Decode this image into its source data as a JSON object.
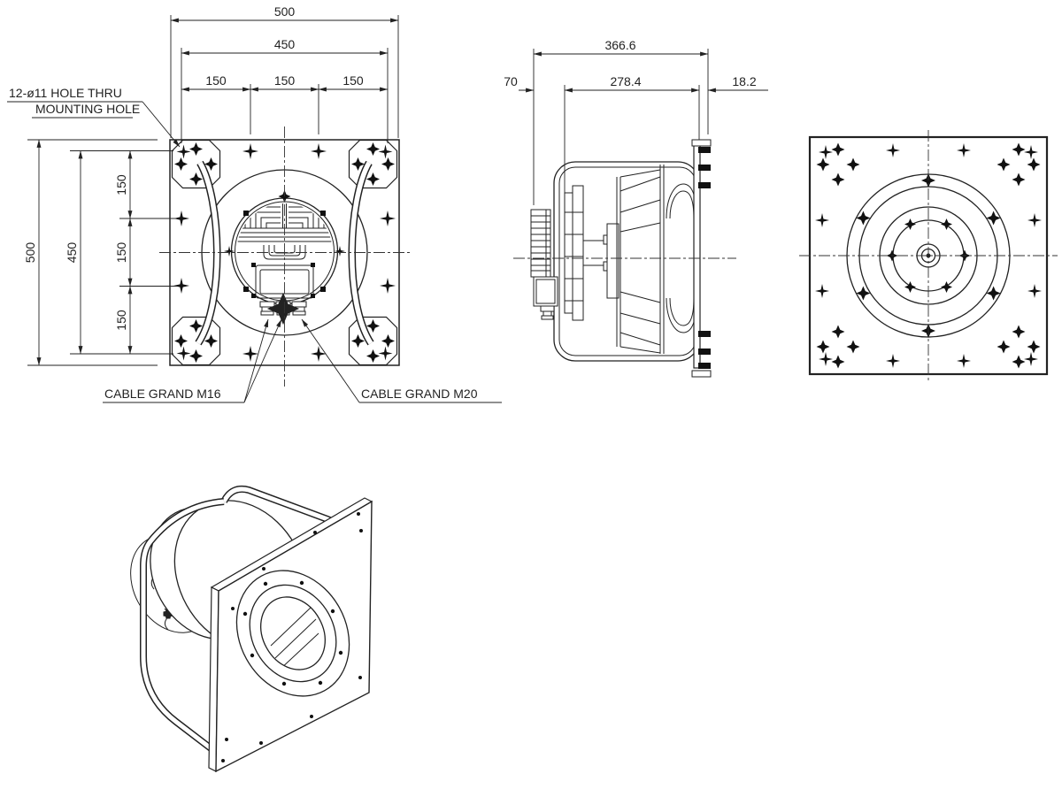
{
  "front": {
    "dims": {
      "width_total": "500",
      "width_inner": "450",
      "width_segments": [
        "150",
        "150",
        "150"
      ],
      "height_total": "500",
      "height_inner": "450",
      "height_segments": [
        "150",
        "150",
        "150"
      ]
    },
    "notes": {
      "hole_note_line1": "12-ø11 HOLE THRU",
      "hole_note_line2": "MOUNTING HOLE",
      "cable_gland_m16": "CABLE GRAND M16",
      "cable_gland_m20": "CABLE GRAND M20"
    }
  },
  "side": {
    "dims": {
      "total_depth": "366.6",
      "motor_depth": "70",
      "housing_depth": "278.4",
      "flange_offset": "18.2"
    }
  },
  "colors": {
    "line": "#222222",
    "background": "#ffffff"
  }
}
